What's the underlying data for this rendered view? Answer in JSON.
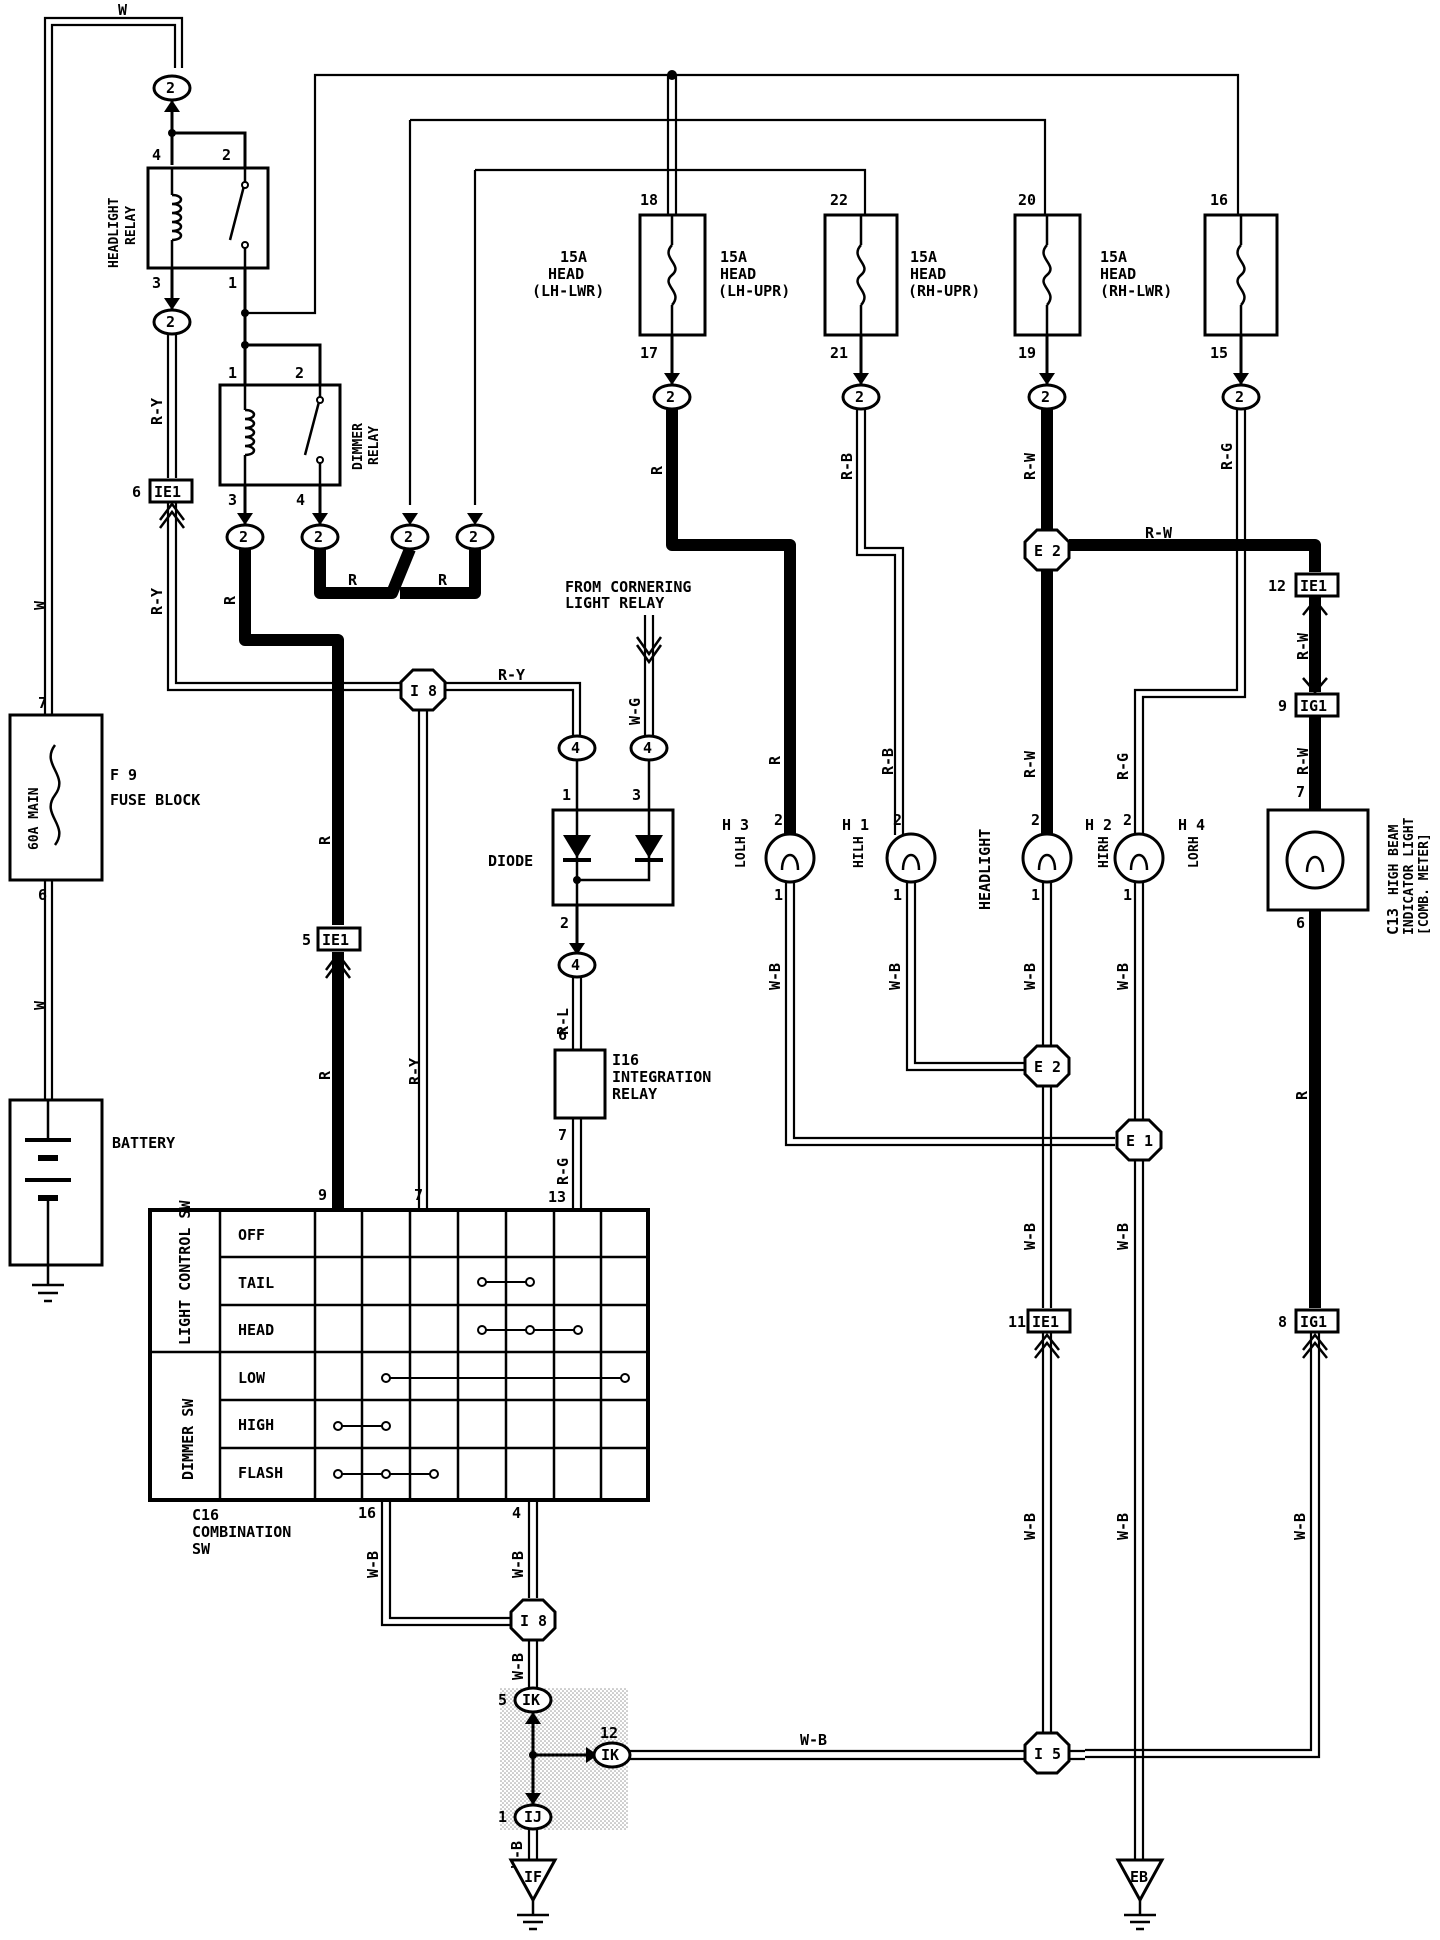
{
  "battery": {
    "label": "BATTERY"
  },
  "fuse_block": {
    "id": "F 9",
    "name": "FUSE BLOCK",
    "rating": "60A MAIN",
    "pin_top": "7",
    "pin_bottom": "6"
  },
  "headlight_relay": {
    "name": "HEADLIGHT\nRELAY",
    "pins": [
      "4",
      "2",
      "3",
      "1"
    ]
  },
  "dimmer_relay": {
    "name": "DIMMER\nRELAY",
    "pins": [
      "1",
      "2",
      "3",
      "4"
    ]
  },
  "fuses": [
    {
      "rating": "15A",
      "name": "HEAD",
      "sub": "(LH-LWR)",
      "pin_in": "18",
      "pin_out": "17"
    },
    {
      "rating": "15A",
      "name": "HEAD",
      "sub": "(LH-UPR)",
      "pin_in": "22",
      "pin_out": "21"
    },
    {
      "rating": "15A",
      "name": "HEAD",
      "sub": "(RH-UPR)",
      "pin_in": "20",
      "pin_out": "19"
    },
    {
      "rating": "15A",
      "name": "HEAD",
      "sub": "(RH-LWR)",
      "pin_in": "16",
      "pin_out": "15"
    }
  ],
  "headlights": [
    {
      "id": "H 3",
      "line1": "LO",
      "line2": "LH"
    },
    {
      "id": "H 1",
      "line1": "HI",
      "line2": "LH"
    },
    {
      "id": "H 2",
      "line1": "HI",
      "line2": "RH"
    },
    {
      "id": "H 4",
      "line1": "LO",
      "line2": "RH"
    }
  ],
  "headlight_label": "HEADLIGHT",
  "cornering": {
    "line1": "FROM CORNERING",
    "line2": "LIGHT RELAY"
  },
  "diode": {
    "label": "DIODE"
  },
  "integration_relay": {
    "id": "I16",
    "name": "INTEGRATION",
    "name2": "RELAY"
  },
  "indicator": {
    "id": "C13",
    "line1": "HIGH BEAM",
    "line2": "INDICATOR LIGHT",
    "line3": "[COMB. METER]"
  },
  "combination_sw": {
    "id": "C16",
    "name": "COMBINATION",
    "name2": "SW",
    "group1": "LIGHT CONTROL SW",
    "group2": "DIMMER SW",
    "rows": [
      "OFF",
      "TAIL",
      "HEAD",
      "LOW",
      "HIGH",
      "FLASH"
    ]
  },
  "connectors": {
    "c2": "2",
    "c4": "4",
    "ie1": "IE1",
    "ig1": "IG1",
    "i8": "I 8",
    "e2": "E 2",
    "e1": "E 1",
    "i5": "I 5",
    "ik": "IK",
    "ij": "IJ",
    "if": "IF",
    "eb": "EB"
  },
  "wire_colors": {
    "w": "W",
    "r": "R",
    "ry": "R-Y",
    "rb": "R-B",
    "rw": "R-W",
    "rg": "R-G",
    "wb": "W-B",
    "wg": "W-G",
    "rl": "R-L"
  },
  "pins": {
    "p1": "1",
    "p2": "2",
    "p3": "3",
    "p4": "4",
    "p5": "5",
    "p6": "6",
    "p7": "7",
    "p8": "8",
    "p9": "9",
    "p11": "11",
    "p12": "12",
    "p13": "13",
    "p16": "16"
  }
}
